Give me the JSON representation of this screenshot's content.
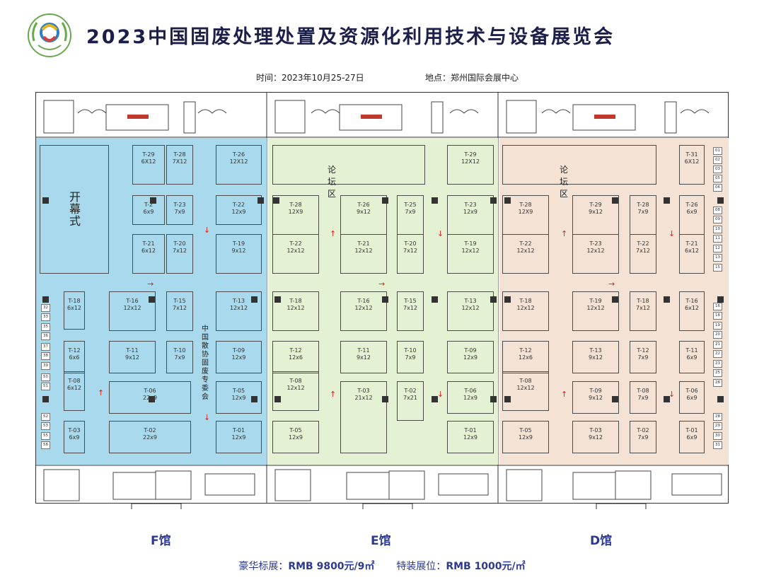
{
  "header": {
    "title": "2023中国固废处理处置及资源化利用技术与设备展览会",
    "time_label": "时间：2023年10月25-27日",
    "place_label": "地点：郑州国际会展中心"
  },
  "colors": {
    "hall_f": "#a9d9ec",
    "hall_e": "#e5f1d3",
    "hall_d": "#f4e2d5",
    "title": "#1c1f4a",
    "accent": "#2c3a90"
  },
  "halls": [
    {
      "name": "F馆",
      "zones": [
        {
          "label": "开幕式"
        },
        {
          "label": "中国散协固废专委会"
        }
      ],
      "booths": [
        {
          "id": "T-29",
          "size": "6X12"
        },
        {
          "id": "T-28",
          "size": "7X12"
        },
        {
          "id": "T-26",
          "size": "12X12"
        },
        {
          "id": "T-2",
          "size": "6x9"
        },
        {
          "id": "T-23",
          "size": "7x9"
        },
        {
          "id": "T-22",
          "size": "12x9"
        },
        {
          "id": "T-21",
          "size": "6x12"
        },
        {
          "id": "T-20",
          "size": "7x12"
        },
        {
          "id": "T-19",
          "size": "9x12"
        },
        {
          "id": "T-18",
          "size": "6x12"
        },
        {
          "id": "T-16",
          "size": "12x12"
        },
        {
          "id": "T-15",
          "size": "7x12"
        },
        {
          "id": "T-13",
          "size": "12x12"
        },
        {
          "id": "T-12",
          "size": "6x6"
        },
        {
          "id": "T-11",
          "size": "9x12"
        },
        {
          "id": "T-10",
          "size": "7x9"
        },
        {
          "id": "T-09",
          "size": "12x9"
        },
        {
          "id": "T-08",
          "size": "6x12"
        },
        {
          "id": "T-06",
          "size": "22x9"
        },
        {
          "id": "T-05",
          "size": "12x9"
        },
        {
          "id": "T-03",
          "size": "6x9"
        },
        {
          "id": "T-02",
          "size": "22x9"
        },
        {
          "id": "T-01",
          "size": "12x9"
        }
      ],
      "side_numbers": [
        "32",
        "33",
        "35",
        "36",
        "37",
        "38",
        "39",
        "50",
        "51",
        "52",
        "53",
        "55",
        "56"
      ]
    },
    {
      "name": "E馆",
      "zones": [
        {
          "label": "论坛区"
        }
      ],
      "booths": [
        {
          "id": "T-29",
          "size": "12X12"
        },
        {
          "id": "T-28",
          "size": "12X9"
        },
        {
          "id": "T-26",
          "size": "9x12"
        },
        {
          "id": "T-25",
          "size": "7x9"
        },
        {
          "id": "T-23",
          "size": "12x9"
        },
        {
          "id": "T-22",
          "size": "12x12"
        },
        {
          "id": "T-21",
          "size": "12x12"
        },
        {
          "id": "T-20",
          "size": "7x12"
        },
        {
          "id": "T-19",
          "size": "12x12"
        },
        {
          "id": "T-18",
          "size": "12x12"
        },
        {
          "id": "T-16",
          "size": "12x12"
        },
        {
          "id": "T-15",
          "size": "7x12"
        },
        {
          "id": "T-13",
          "size": "12x12"
        },
        {
          "id": "T-12",
          "size": "12x6"
        },
        {
          "id": "T-11",
          "size": "9x12"
        },
        {
          "id": "T-10",
          "size": "7x9"
        },
        {
          "id": "T-09",
          "size": "12x9"
        },
        {
          "id": "T-08",
          "size": "12x12"
        },
        {
          "id": "T-03",
          "size": "21x12"
        },
        {
          "id": "T-02",
          "size": "7x21"
        },
        {
          "id": "T-06",
          "size": "12x9"
        },
        {
          "id": "T-05",
          "size": "12x9"
        },
        {
          "id": "T-01",
          "size": "12x9"
        }
      ]
    },
    {
      "name": "D馆",
      "zones": [
        {
          "label": "论坛区"
        }
      ],
      "booths": [
        {
          "id": "T-31",
          "size": "6X12"
        },
        {
          "id": "T-28",
          "size": "12X9"
        },
        {
          "id": "T-29",
          "size": "9x12"
        },
        {
          "id": "T-28",
          "size": "7x9"
        },
        {
          "id": "T-26",
          "size": "6x9"
        },
        {
          "id": "T-22",
          "size": "12x12"
        },
        {
          "id": "T-23",
          "size": "12x12"
        },
        {
          "id": "T-22",
          "size": "7x12"
        },
        {
          "id": "T-21",
          "size": "6x12"
        },
        {
          "id": "T-18",
          "size": "12x12"
        },
        {
          "id": "T-19",
          "size": "12x12"
        },
        {
          "id": "T-18",
          "size": "7x12"
        },
        {
          "id": "T-16",
          "size": "6x12"
        },
        {
          "id": "T-12",
          "size": "12x6"
        },
        {
          "id": "T-13",
          "size": "9x12"
        },
        {
          "id": "T-12",
          "size": "7x9"
        },
        {
          "id": "T-11",
          "size": "6x9"
        },
        {
          "id": "T-08",
          "size": "12x12"
        },
        {
          "id": "T-09",
          "size": "9x12"
        },
        {
          "id": "T-08",
          "size": "7x9"
        },
        {
          "id": "T-06",
          "size": "6x9"
        },
        {
          "id": "T-05",
          "size": "12x9"
        },
        {
          "id": "T-03",
          "size": "9x12"
        },
        {
          "id": "T-02",
          "size": "7x9"
        },
        {
          "id": "T-01",
          "size": "6x9"
        }
      ],
      "side_numbers": [
        "01",
        "02",
        "03",
        "05",
        "06",
        "08",
        "09",
        "10",
        "11",
        "12",
        "13",
        "15",
        "16",
        "18",
        "19",
        "20",
        "21",
        "22",
        "23",
        "25",
        "26",
        "28",
        "29",
        "30",
        "31"
      ]
    }
  ],
  "pricing": {
    "luxury_label": "豪华标展：",
    "luxury_price": "RMB 9800元/9㎡",
    "special_label": "特装展位：",
    "special_price": "RMB 1000元/㎡"
  }
}
